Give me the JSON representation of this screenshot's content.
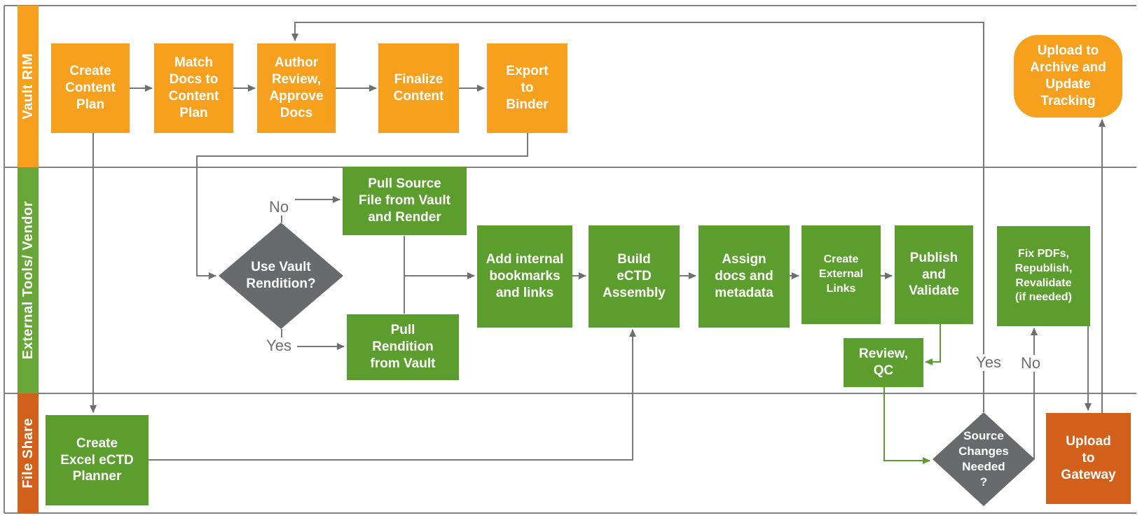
{
  "diagram": {
    "lanes": [
      {
        "label": "Vault RIM"
      },
      {
        "label": "External Tools/ Vendor"
      },
      {
        "label": "File Share"
      }
    ],
    "nodes": {
      "create_content_plan": {
        "label": "Create\nContent\nPlan"
      },
      "match_docs": {
        "label": "Match\nDocs to\nContent\nPlan"
      },
      "author_review": {
        "label": "Author\nReview,\nApprove\nDocs"
      },
      "finalize_content": {
        "label": "Finalize\nContent"
      },
      "export_binder": {
        "label": "Export\nto\nBinder"
      },
      "upload_archive": {
        "label": "Upload to\nArchive and\nUpdate\nTracking"
      },
      "use_vault_rendition": {
        "label": "Use Vault\nRendition?"
      },
      "pull_source": {
        "label": "Pull Source\nFile from Vault\nand Render"
      },
      "pull_rendition": {
        "label": "Pull\nRendition\nfrom Vault"
      },
      "add_internal": {
        "label": "Add internal\nbookmarks\nand links"
      },
      "build_ectd": {
        "label": "Build\neCTD\nAssembly"
      },
      "assign_docs": {
        "label": "Assign\ndocs and\nmetadata"
      },
      "create_external": {
        "label": "Create\nExternal\nLinks"
      },
      "publish_validate": {
        "label": "Publish\nand\nValidate"
      },
      "fix_pdfs": {
        "label": "Fix PDFs,\nRepublish,\nRevalidate\n(if needed)"
      },
      "review_qc": {
        "label": "Review,\nQC"
      },
      "source_changes": {
        "label": "Source\nChanges\nNeeded\n?"
      },
      "upload_gateway": {
        "label": "Upload\nto\nGateway"
      },
      "create_excel": {
        "label": "Create\nExcel eCTD\nPlanner"
      }
    },
    "edge_labels": {
      "rendition_no": "No",
      "rendition_yes": "Yes",
      "changes_yes": "Yes",
      "changes_no": "No"
    },
    "colors": {
      "process_orange": "#F7A01E",
      "process_green": "#5C9E2D",
      "lane_vendor_green": "#67A637",
      "file_share_red_orange": "#D2601B",
      "decision_gray": "#696A6D",
      "connector_gray": "#77787B",
      "connector_green": "#5A9E2F",
      "frame_gray": "#808285"
    }
  }
}
